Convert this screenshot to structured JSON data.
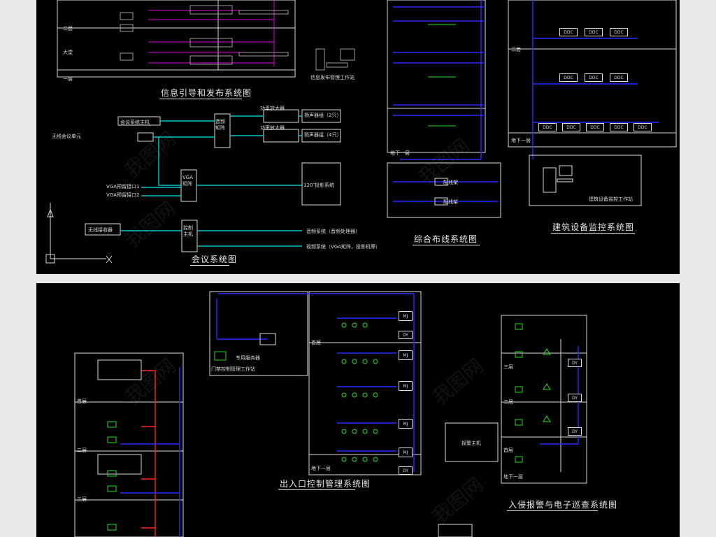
{
  "top_left": {
    "title_info": "信息引导和发布系统图",
    "title_conf": "会议系统图",
    "wireless": "无线会议单元",
    "conf_host": "会议系统主机",
    "audio_matrix": "音频矩阵",
    "amp1": "功率放大器",
    "amp2": "功率放大器",
    "spk1": "扬声器组（2只）",
    "spk2": "扬声器组（4只）",
    "vga_matrix": "VGA矩阵",
    "vga_in1": "VGA预留接口1",
    "vga_in2": "VGA预留接口2",
    "projector": "120″投影系统",
    "wireless_rx": "无线接收器",
    "ctrl_host": "控制主机",
    "out1": "音频系统（音频处理器）",
    "out2": "视频系统（VGA矩阵，投影机等）",
    "floor_2": "二层",
    "floor_1": "一层",
    "lobby": "大堂",
    "info_ws": "信息发布管理工作站"
  },
  "top_mid": {
    "title": "综合布线系统图",
    "basement": "地下一层",
    "pd1": "配线架",
    "pd2": "配线架"
  },
  "top_right": {
    "title": "建筑设备监控系统图",
    "floor_2": "二层",
    "basement": "地下一层",
    "ws": "建筑设备监控工作站",
    "ddc": "DDC"
  },
  "bottom_left": {
    "title": "出入口控制管理系统图",
    "floor_1": "首层",
    "floor_2": "二层",
    "floor_3": "三层",
    "basement": "地下一层",
    "mj": "MJ",
    "dy": "DY",
    "card": "门禁控制管理工作站",
    "server": "专用服务器"
  },
  "bottom_right": {
    "title": "入侵报警与电子巡查系统图",
    "floor_2": "二层",
    "floor_3": "三层",
    "floor_1": "首层",
    "basement": "地下一层",
    "dy": "DY",
    "host": "报警主机"
  },
  "watermark": "我图网"
}
